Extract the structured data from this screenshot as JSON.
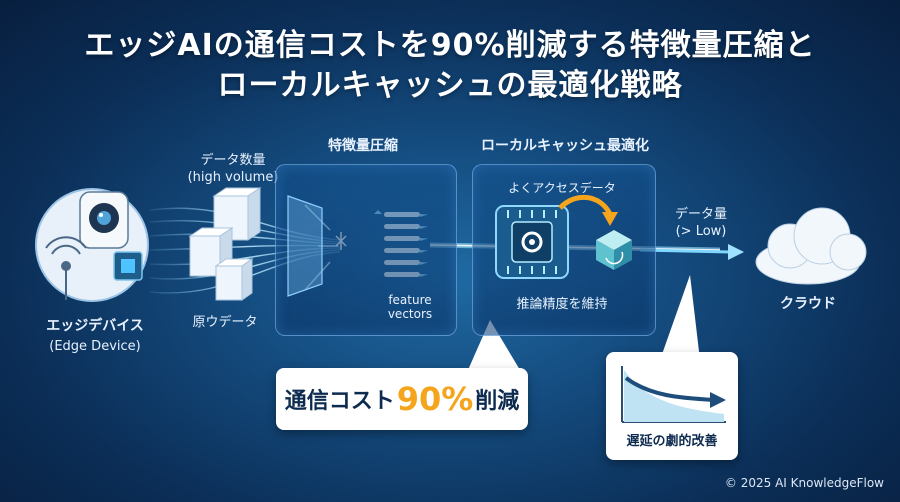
{
  "title": {
    "line1": "エッジAIの通信コストを90%削減する特徴量圧縮と",
    "line2": "ローカルキャッシュの最適化戦略"
  },
  "edge": {
    "label": "エッジデバイス",
    "sublabel": "(Edge Device)"
  },
  "data_volume": {
    "label": "データ数量",
    "sublabel": "(high volume)"
  },
  "raw_data_label": "原ウデータ",
  "compression": {
    "heading": "特徴量圧縮",
    "vectors_label_1": "feature",
    "vectors_label_2": "vectors"
  },
  "cache": {
    "heading": "ローカルキャッシュ最適化",
    "frequent_label": "よくアクセスデータ",
    "accuracy_label": "推論精度を維持"
  },
  "data_amount": {
    "label": "データ量",
    "sublabel": "(> Low)"
  },
  "cloud_label": "クラウド",
  "callout_cost": {
    "prefix": "通信コスト",
    "highlight": "90%",
    "suffix": "削減"
  },
  "callout_latency": "遅延の劇的改善",
  "copyright": "© 2025 AI KnowledgeFlow",
  "colors": {
    "highlight": "#f4a51c",
    "accent": "#4fc3ff",
    "chip": "#2fa3d6"
  }
}
